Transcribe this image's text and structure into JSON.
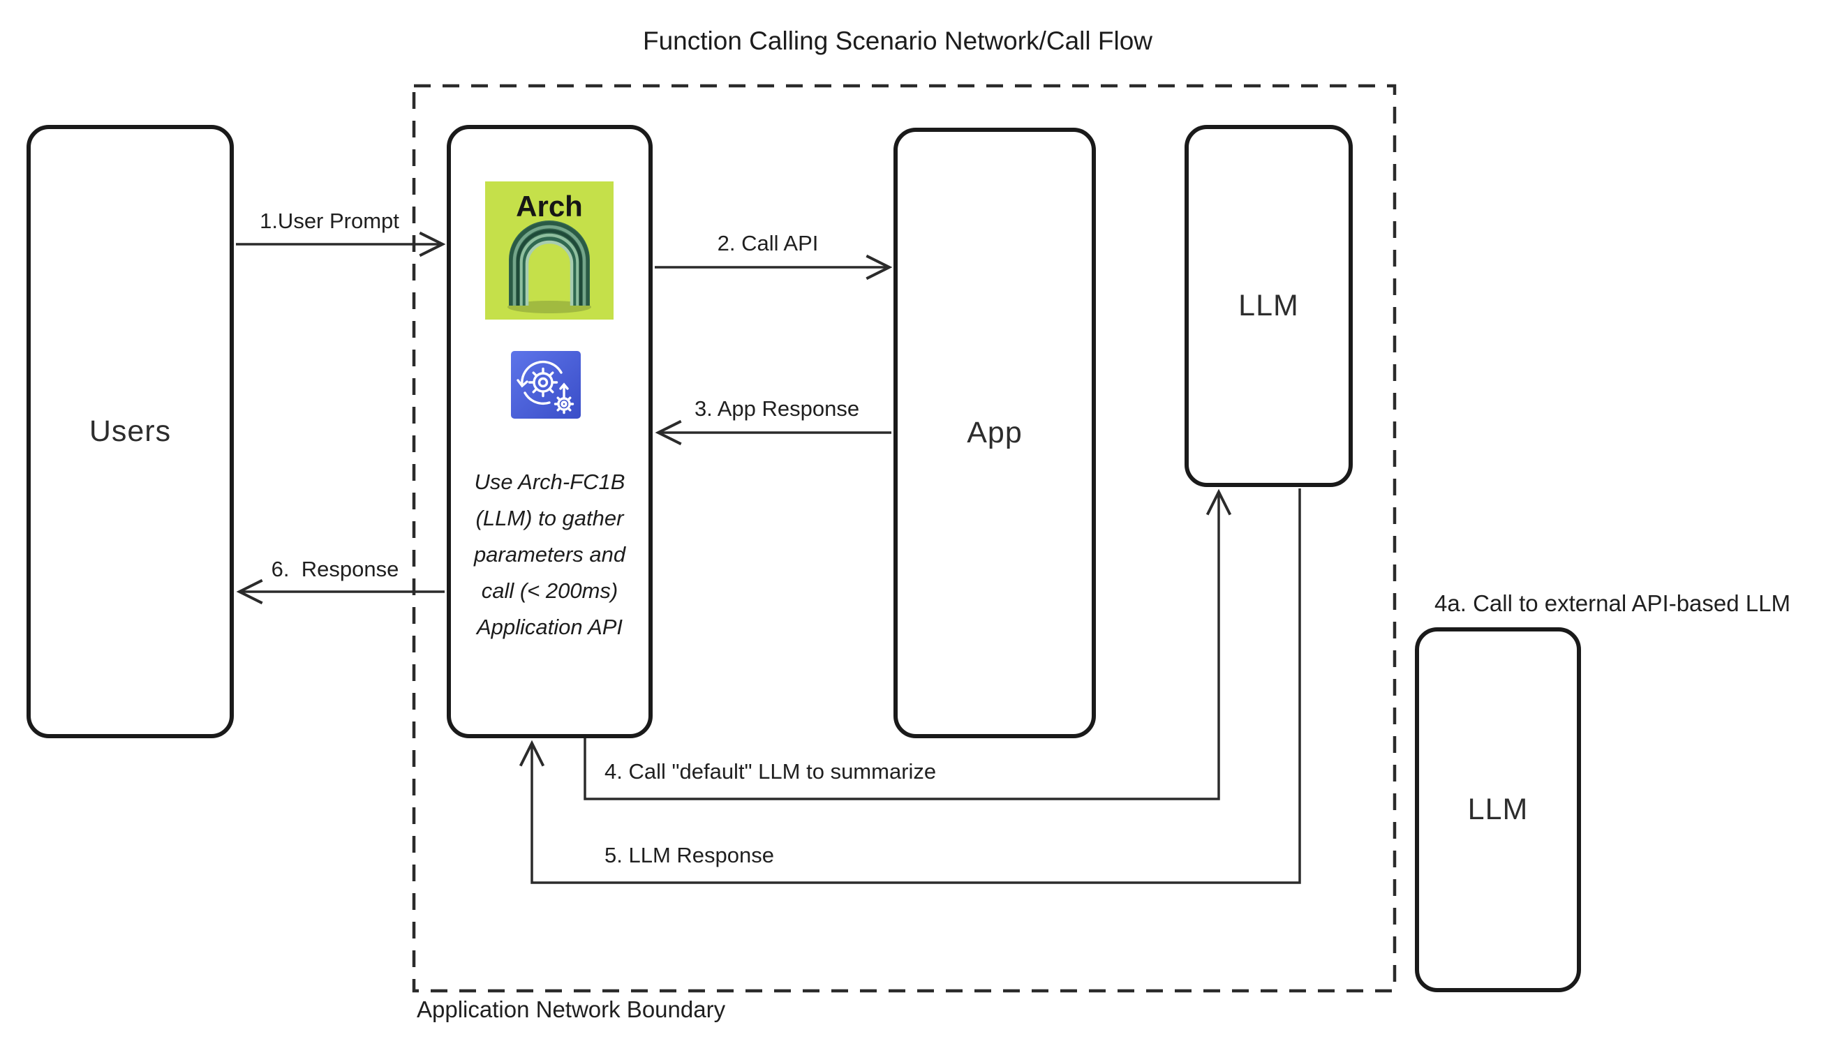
{
  "title": "Function Calling Scenario Network/Call Flow",
  "boundary": {
    "label": "Application Network Boundary"
  },
  "nodes": {
    "users": {
      "label": "Users"
    },
    "arch": {
      "logo_title": "Arch",
      "note_lines": [
        "Use Arch-FC1B",
        "(LLM) to gather",
        "parameters and",
        "call (< 200ms)",
        "Application API"
      ]
    },
    "app": {
      "label": "App"
    },
    "llm_internal": {
      "label": "LLM"
    },
    "llm_external": {
      "label": "LLM",
      "caption": "4a. Call to external API-based LLM"
    }
  },
  "flows": [
    {
      "id": 1,
      "label": "1.User Prompt"
    },
    {
      "id": 2,
      "label": "2. Call API"
    },
    {
      "id": 3,
      "label": "3. App Response"
    },
    {
      "id": 4,
      "label": "4. Call \"default\" LLM to summarize"
    },
    {
      "id": 5,
      "label": "5. LLM Response"
    },
    {
      "id": 6,
      "label": "6.  Response"
    }
  ],
  "icons": {
    "arch_logo": "arch-rainbow-logo-icon",
    "process_gears": "process-automation-gears-icon"
  },
  "colors": {
    "line": "#2b2b2b",
    "box_border": "#1a1a1a",
    "text": "#1f1f1f",
    "arch_logo_bg": "#c5e04a",
    "arch_logo_green_dark": "#1f4a39",
    "arch_logo_green_light": "#a8cdb0",
    "gear_icon_blue_top": "#5d74e9",
    "gear_icon_blue_bottom": "#3a4ec8"
  }
}
